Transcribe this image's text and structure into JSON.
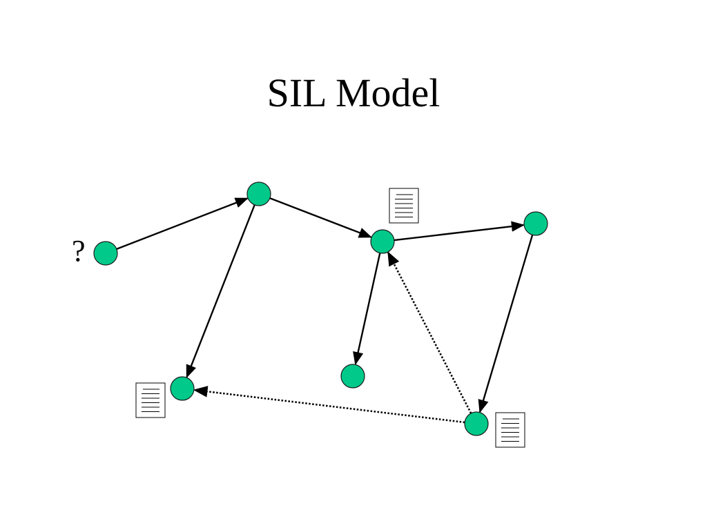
{
  "title": "SIL Model",
  "query_label": "?",
  "colors": {
    "node_fill": "#00c98a",
    "node_stroke": "#1a1a1a",
    "edge": "#000000",
    "document_fill": "#ffffff"
  },
  "icons": {
    "document": "document-icon"
  },
  "nodes": [
    {
      "id": "n1",
      "has_document": false
    },
    {
      "id": "n2",
      "has_document": false
    },
    {
      "id": "n3",
      "has_document": true
    },
    {
      "id": "n4",
      "has_document": false
    },
    {
      "id": "n5",
      "has_document": true
    },
    {
      "id": "n6",
      "has_document": false
    },
    {
      "id": "n7",
      "has_document": true
    }
  ],
  "edges": [
    {
      "from": "n1",
      "to": "n2",
      "style": "solid"
    },
    {
      "from": "n2",
      "to": "n3",
      "style": "solid"
    },
    {
      "from": "n2",
      "to": "n5",
      "style": "solid"
    },
    {
      "from": "n3",
      "to": "n4",
      "style": "solid"
    },
    {
      "from": "n3",
      "to": "n6",
      "style": "solid"
    },
    {
      "from": "n4",
      "to": "n7",
      "style": "solid"
    },
    {
      "from": "n7",
      "to": "n3",
      "style": "dotted"
    },
    {
      "from": "n7",
      "to": "n5",
      "style": "dotted"
    }
  ]
}
